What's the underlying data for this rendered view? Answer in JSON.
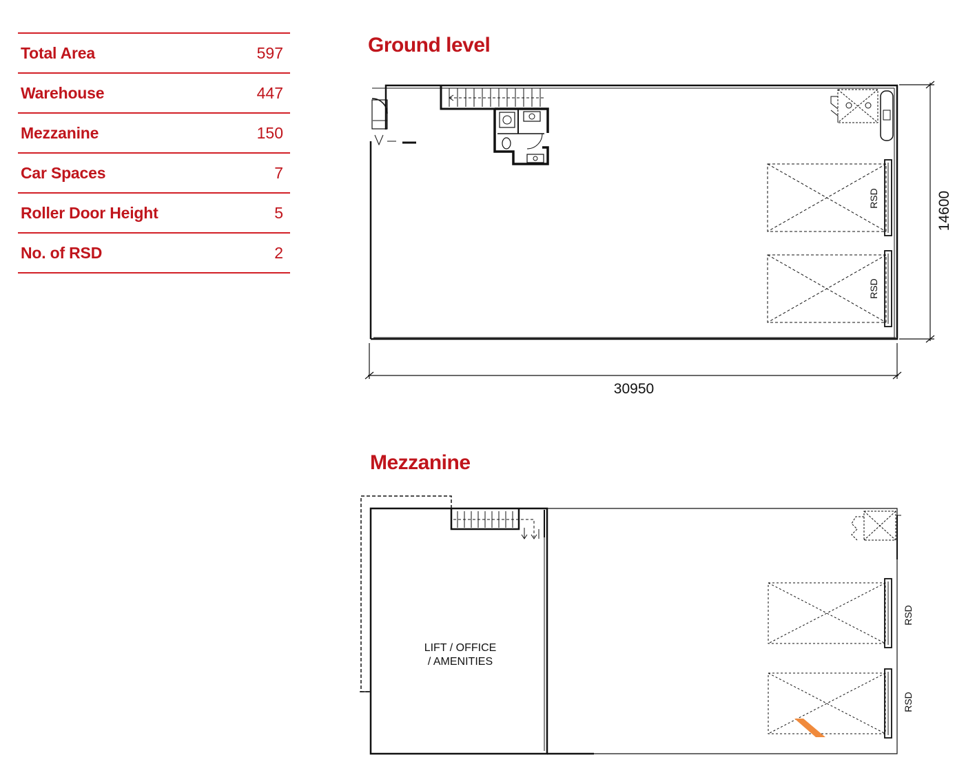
{
  "specs": [
    {
      "label": "Total Area",
      "value": "597"
    },
    {
      "label": "Warehouse",
      "value": "447"
    },
    {
      "label": "Mezzanine",
      "value": "150"
    },
    {
      "label": "Car Spaces",
      "value": "7"
    },
    {
      "label": "Roller Door Height",
      "value": "5"
    },
    {
      "label": "No. of RSD",
      "value": "2"
    }
  ],
  "ground": {
    "title": "Ground level",
    "width_dim": "30950",
    "depth_dim": "14600",
    "door_labels": [
      "RSD",
      "RSD"
    ]
  },
  "mezzanine": {
    "title": "Mezzanine",
    "room_label_line1": "LIFT / OFFICE",
    "room_label_line2": "/ AMENITIES",
    "door_labels": [
      "RSD",
      "RSD"
    ]
  },
  "colors": {
    "accent": "#c0151c",
    "highlight": "#f08a3c"
  }
}
